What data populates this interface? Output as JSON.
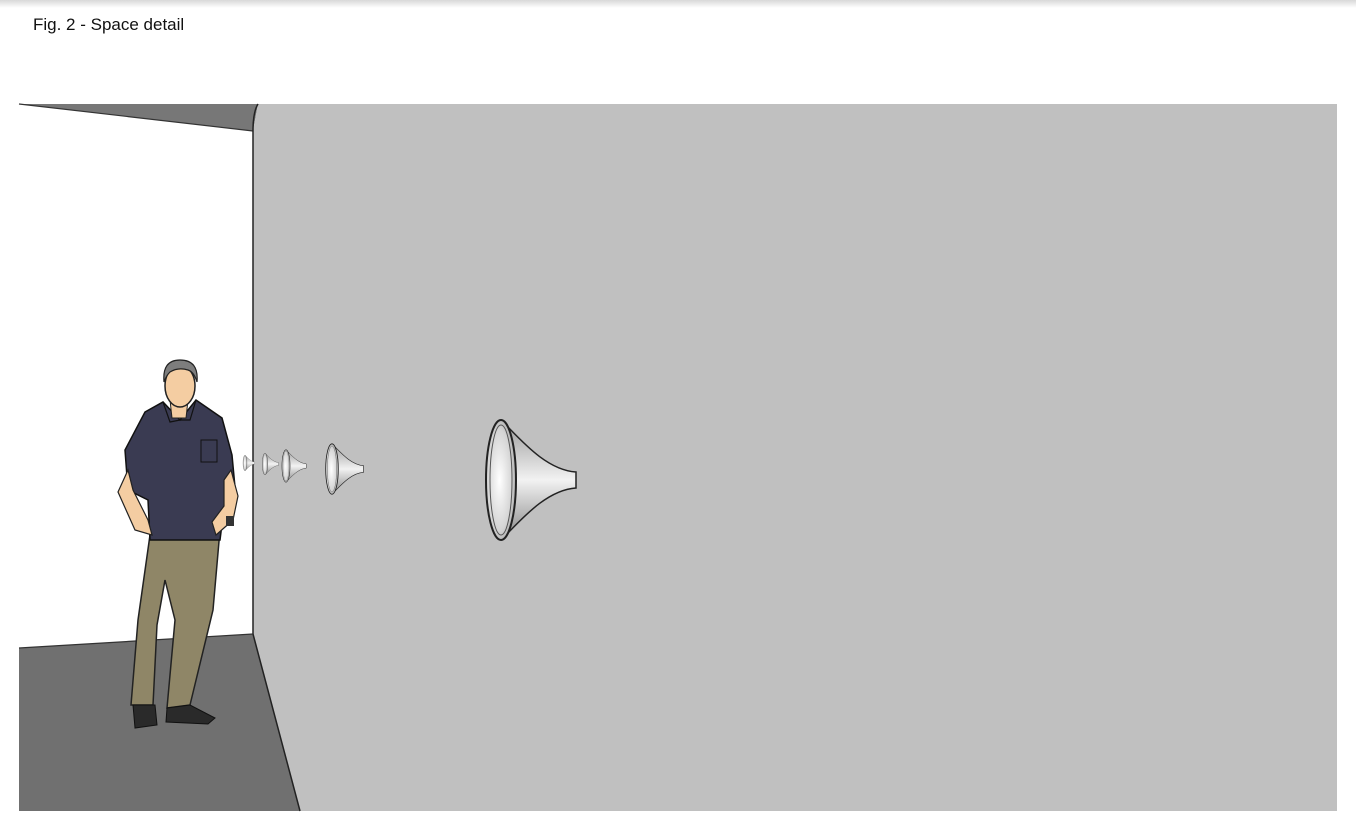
{
  "figure": {
    "caption": "Fig. 2 - Space detail"
  },
  "scene": {
    "colors": {
      "back_wall": "#c0c0c0",
      "side_wall": "#ffffff",
      "floor": "#707070",
      "ceiling": "#777777",
      "shirt": "#3a3b52",
      "trousers": "#8f8667",
      "skin": "#f4cda2",
      "hair": "#7d7d7d",
      "shoes": "#2a2a2a"
    },
    "horns": [
      {
        "name": "horn-1",
        "scale": 0.15
      },
      {
        "name": "horn-2",
        "scale": 0.22
      },
      {
        "name": "horn-3",
        "scale": 0.32
      },
      {
        "name": "horn-4",
        "scale": 0.5
      },
      {
        "name": "horn-5",
        "scale": 1.0
      }
    ]
  }
}
